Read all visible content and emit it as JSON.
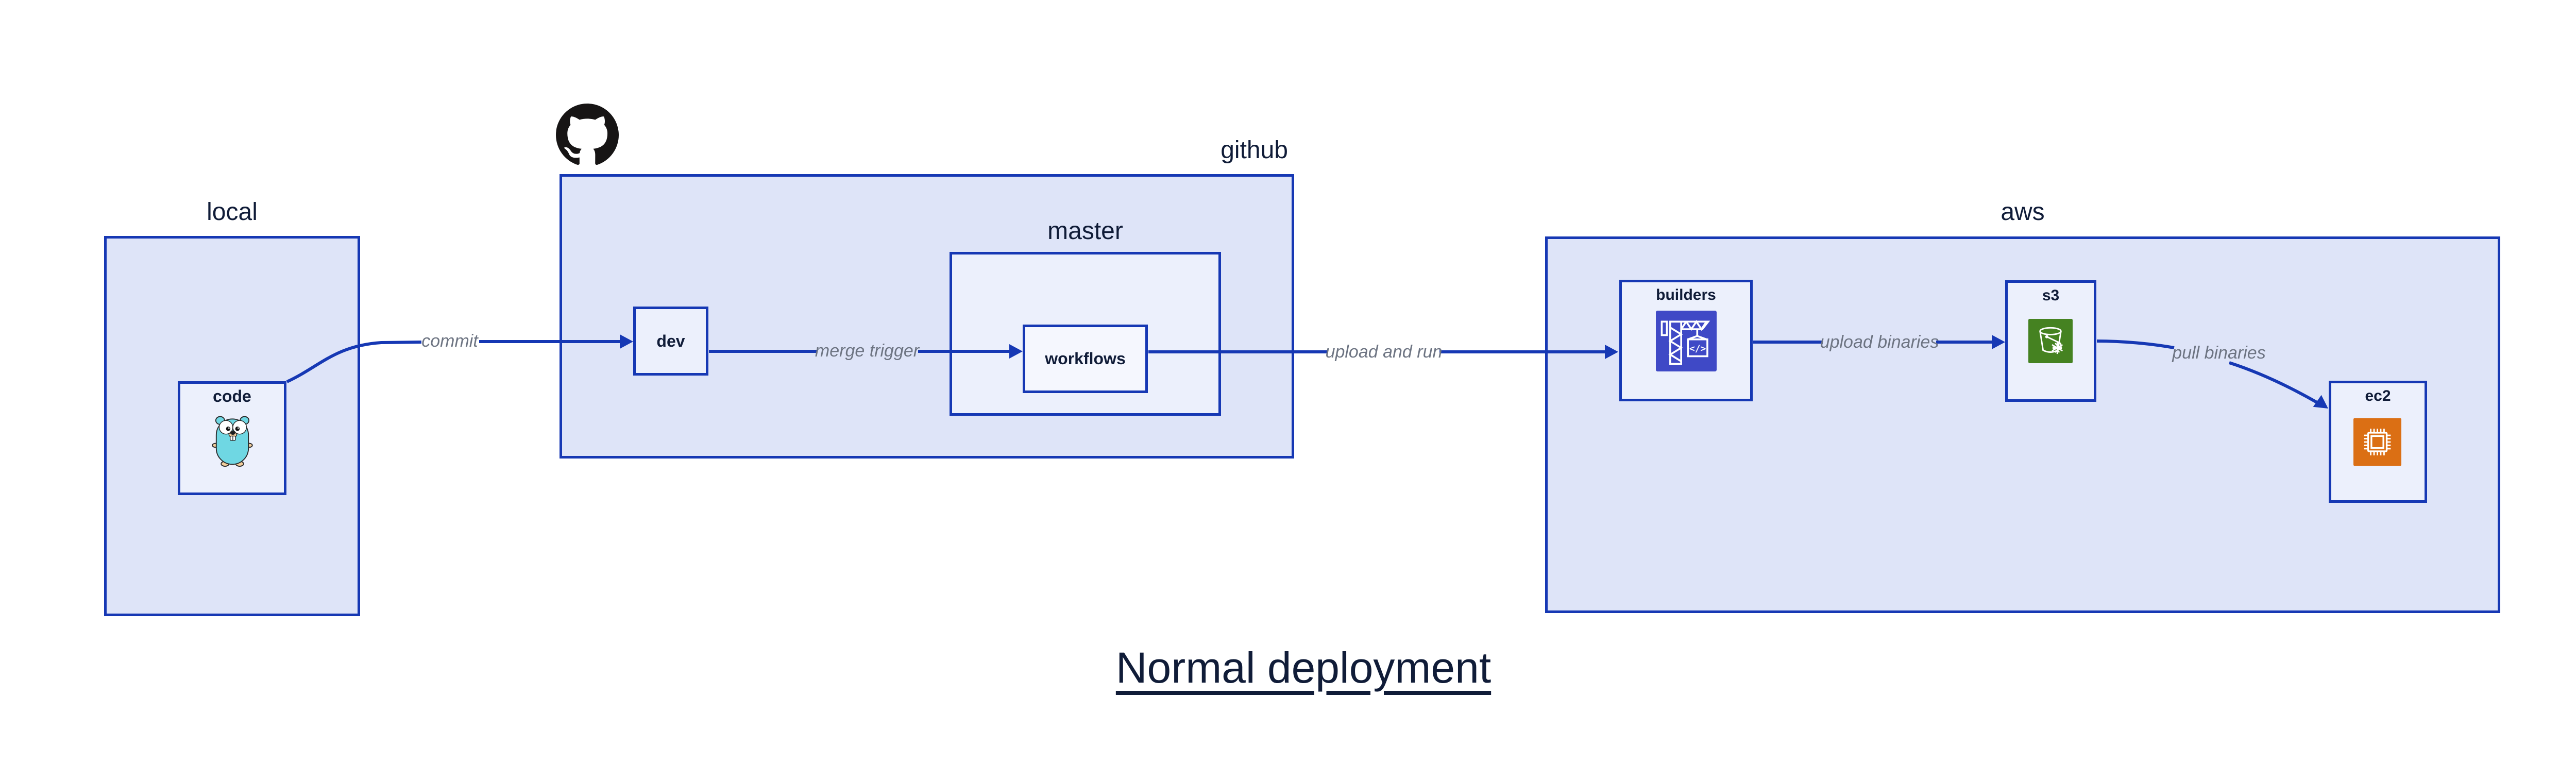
{
  "title": "Normal deployment",
  "colors": {
    "border_blue": "#1638b4",
    "arrow_blue": "#1638b4",
    "container_fill": "#dee4f8",
    "node_fill": "#ecf0fc",
    "inner_node_fill": "#f5f7fe",
    "label_dark": "#101c38",
    "arrow_label_gray": "#6d7482",
    "builders_icon_bg": "#3f49c6",
    "s3_icon_bg": "#458221",
    "ec2_icon_bg": "#db6f14",
    "gopher_teal": "#6fd7e3",
    "github_black": "#171515"
  },
  "containers": {
    "local": {
      "label": "local"
    },
    "github": {
      "label": "github"
    },
    "master": {
      "label": "master"
    },
    "aws": {
      "label": "aws"
    }
  },
  "nodes": {
    "code": {
      "label": "code",
      "icon": "go-gopher-icon"
    },
    "dev": {
      "label": "dev"
    },
    "workflows": {
      "label": "workflows"
    },
    "builders": {
      "label": "builders",
      "icon": "crane-builders-icon",
      "icon_text": "</>"
    },
    "s3": {
      "label": "s3",
      "icon": "s3-bucket-snowflake-icon"
    },
    "ec2": {
      "label": "ec2",
      "icon": "ec2-chip-icon"
    }
  },
  "edges": [
    {
      "label": "commit",
      "from": "code",
      "to": "dev"
    },
    {
      "label": "merge trigger",
      "from": "dev",
      "to": "workflows"
    },
    {
      "label": "upload and run",
      "from": "workflows",
      "to": "builders"
    },
    {
      "label": "upload binaries",
      "from": "builders",
      "to": "s3"
    },
    {
      "label": "pull binaries",
      "from": "s3",
      "to": "ec2"
    }
  ]
}
